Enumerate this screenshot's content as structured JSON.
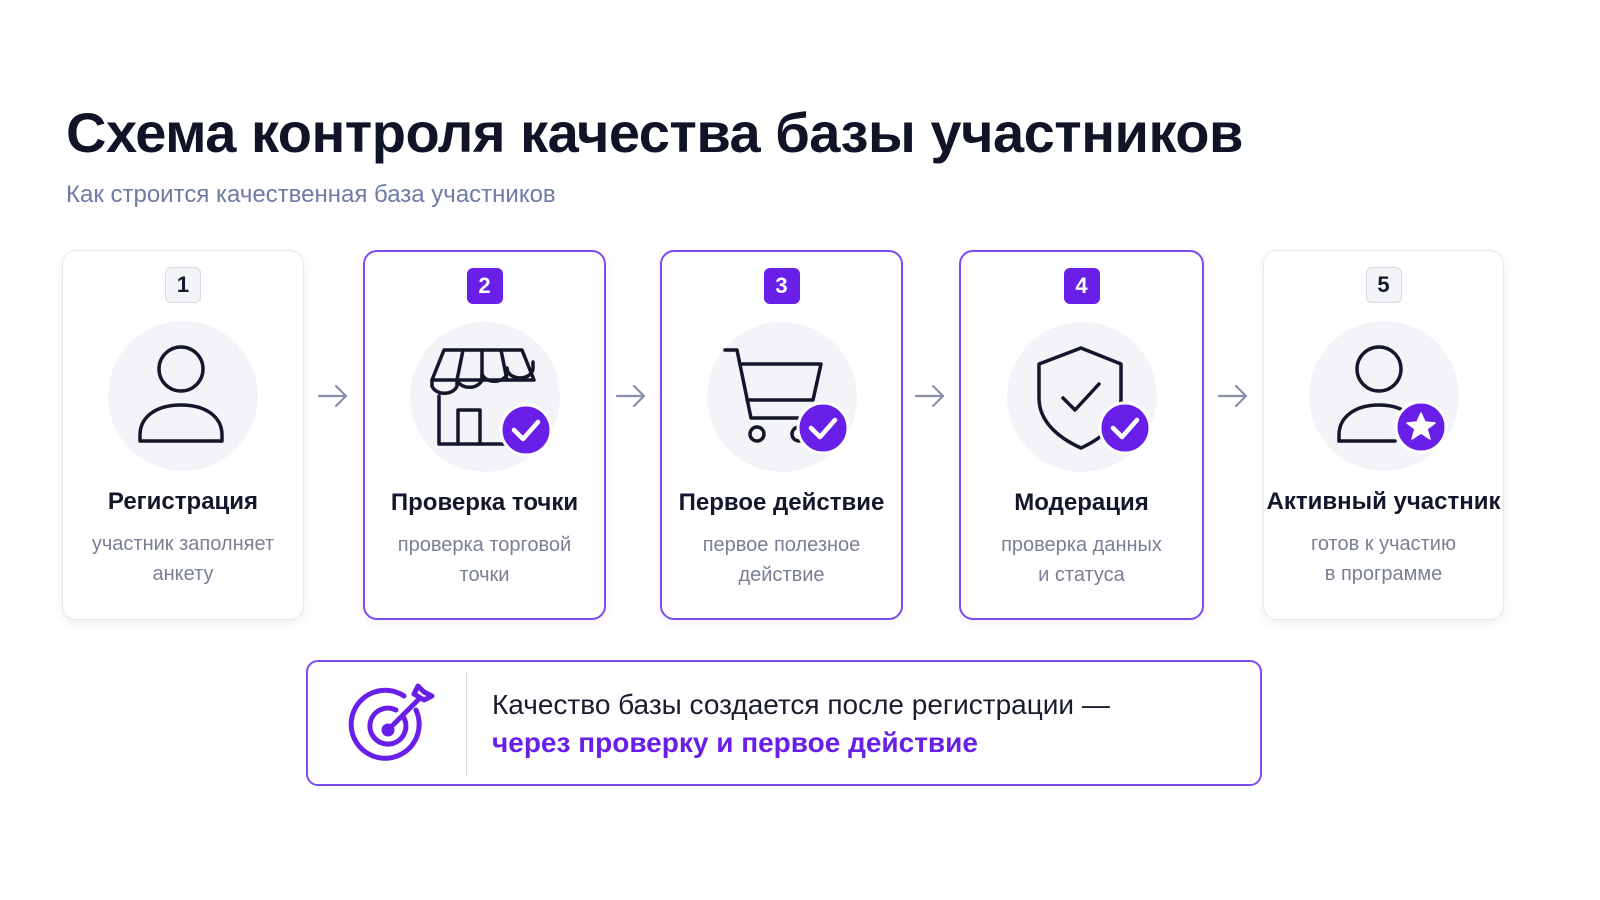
{
  "header": {
    "title": "Схема контроля качества базы участников",
    "subtitle": "Как строится качественная база участников"
  },
  "colors": {
    "accent": "#6a1fe8",
    "border_accent": "#7b4df0",
    "muted": "#6f7aa6"
  },
  "steps": [
    {
      "number": "1",
      "title": "Регистрация",
      "desc_line1": "участник заполняет",
      "desc_line2": "анкету",
      "icon": "user-icon",
      "highlighted": false
    },
    {
      "number": "2",
      "title": "Проверка точки",
      "desc_line1": "проверка торговой",
      "desc_line2": "точки",
      "icon": "store-check-icon",
      "highlighted": true
    },
    {
      "number": "3",
      "title": "Первое действие",
      "desc_line1": "первое полезное",
      "desc_line2": "действие",
      "icon": "cart-check-icon",
      "highlighted": true
    },
    {
      "number": "4",
      "title": "Модерация",
      "desc_line1": "проверка данных",
      "desc_line2": "и статуса",
      "icon": "shield-check-icon",
      "highlighted": true
    },
    {
      "number": "5",
      "title": "Активный участник",
      "desc_line1": "готов к участию",
      "desc_line2": "в программе",
      "icon": "user-star-icon",
      "highlighted": false
    }
  ],
  "note": {
    "icon": "target-icon",
    "text_main": "Качество базы создается после регистрации —",
    "text_highlight": "через проверку и первое действие"
  }
}
